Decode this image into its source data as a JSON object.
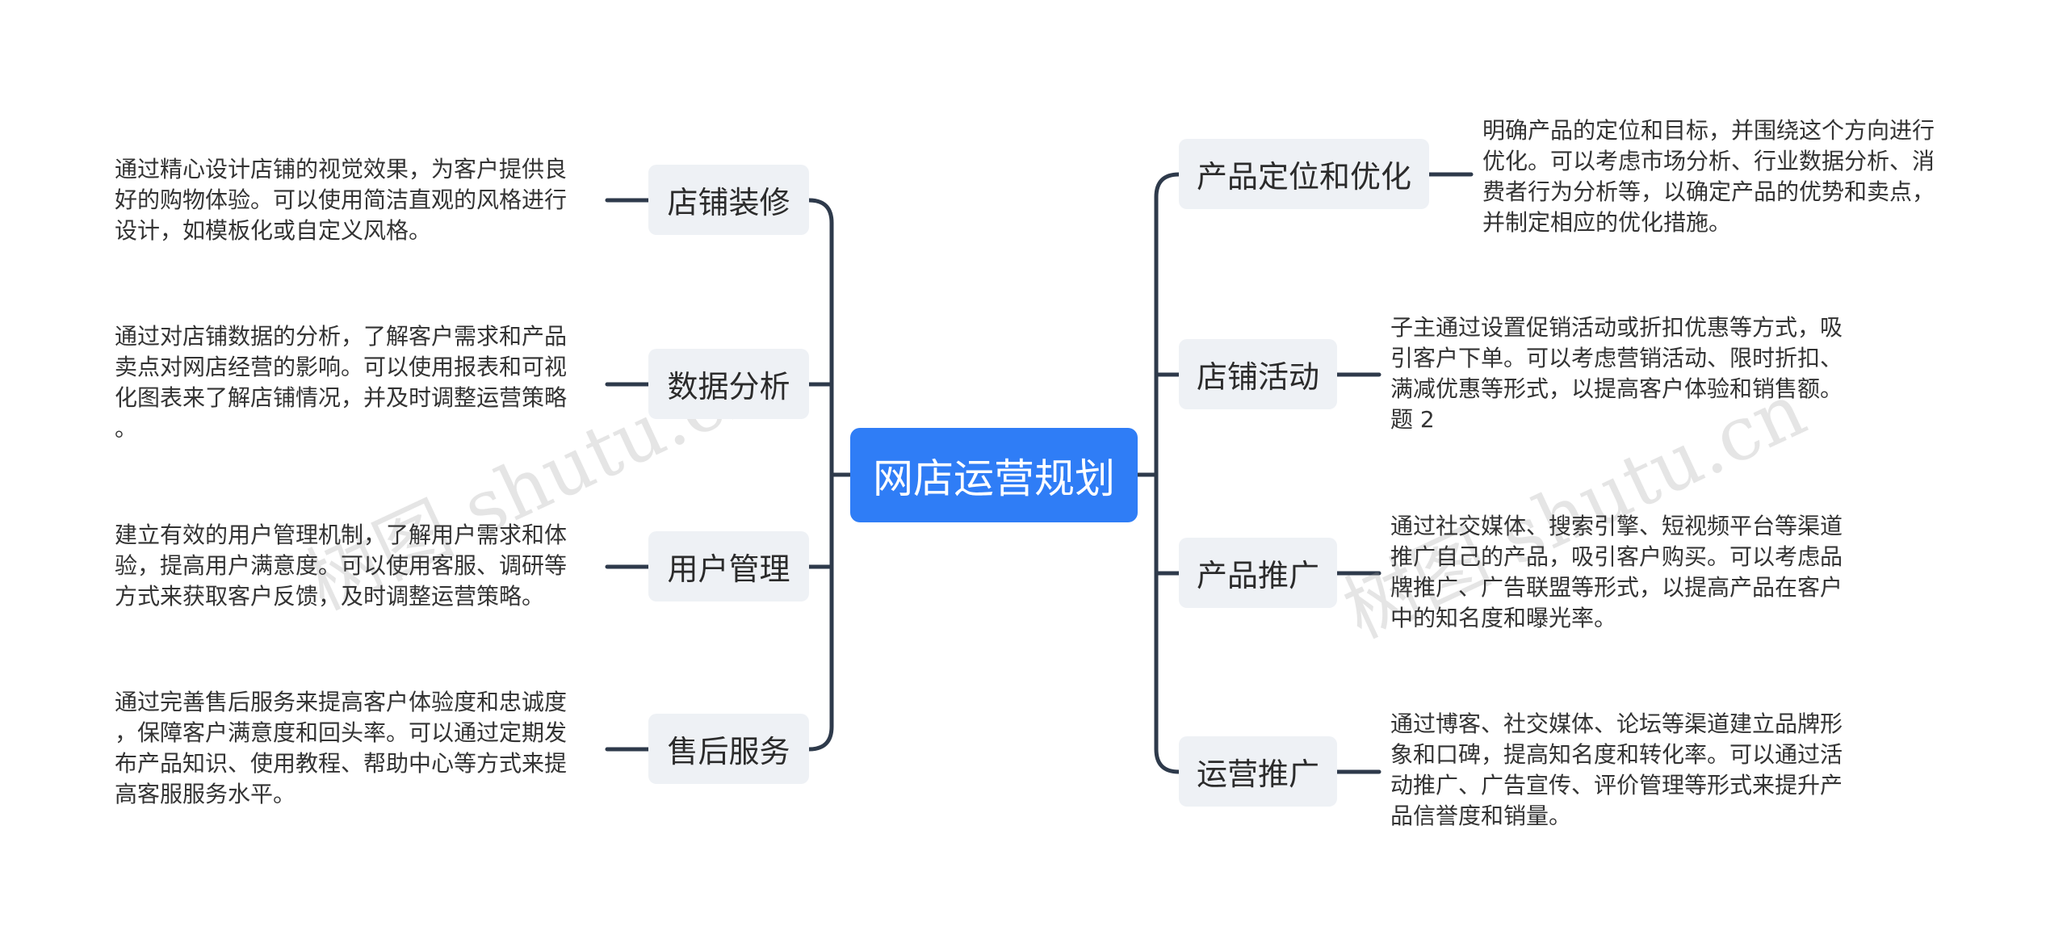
{
  "root": {
    "label": "网店运营规划"
  },
  "left_branches": [
    {
      "label": "店铺装修",
      "text": "通过精心设计店铺的视觉效果，为客户提供良\n好的购物体验。可以使用简洁直观的风格进行\n设计，如模板化或自定义风格。"
    },
    {
      "label": "数据分析",
      "text": "通过对店铺数据的分析，了解客户需求和产品\n卖点对网店经营的影响。可以使用报表和可视\n化图表来了解店铺情况，并及时调整运营策略\n。"
    },
    {
      "label": "用户管理",
      "text": "建立有效的用户管理机制，了解用户需求和体\n验，提高用户满意度。可以使用客服、调研等\n方式来获取客户反馈，及时调整运营策略。"
    },
    {
      "label": "售后服务",
      "text": "通过完善售后服务来提高客户体验度和忠诚度\n，保障客户满意度和回头率。可以通过定期发\n布产品知识、使用教程、帮助中心等方式来提\n高客服服务水平。"
    }
  ],
  "right_branches": [
    {
      "label": "产品定位和优化",
      "text": "明确产品的定位和目标，并围绕这个方向进行\n优化。可以考虑市场分析、行业数据分析、消\n费者行为分析等，以确定产品的优势和卖点，\n并制定相应的优化措施。"
    },
    {
      "label": "店铺活动",
      "text": "子主通过设置促销活动或折扣优惠等方式，吸\n引客户下单。可以考虑营销活动、限时折扣、\n满减优惠等形式，以提高客户体验和销售额。\n题 2"
    },
    {
      "label": "产品推广",
      "text": "通过社交媒体、搜索引擎、短视频平台等渠道\n推广自己的产品，吸引客户购买。可以考虑品\n牌推广、广告联盟等形式，以提高产品在客户\n中的知名度和曝光率。"
    },
    {
      "label": "运营推广",
      "text": "通过博客、社交媒体、论坛等渠道建立品牌形\n象和口碑，提高知名度和转化率。可以通过活\n动推广、广告宣传、评价管理等形式来提升产\n品信誉度和销量。"
    }
  ],
  "watermarks": [
    "树图 shutu.cn",
    "树图 shutu.cn"
  ],
  "colors": {
    "root_bg": "#2f7df6",
    "branch_bg": "#eef1f5",
    "line": "#2e3a4b"
  }
}
